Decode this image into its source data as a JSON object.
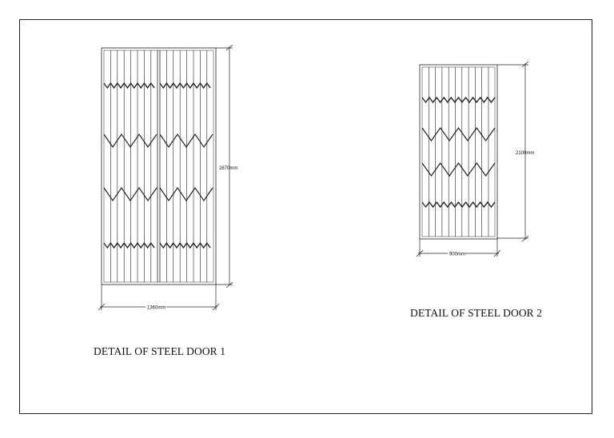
{
  "drawing": {
    "door1": {
      "caption": "DETAIL OF STEEL DOOR 1",
      "height_dim": "2870mm",
      "width_dim": "1360mm"
    },
    "door2": {
      "caption": "DETAIL OF STEEL DOOR 2",
      "height_dim": "2100mm",
      "width_dim": "900mm"
    }
  }
}
